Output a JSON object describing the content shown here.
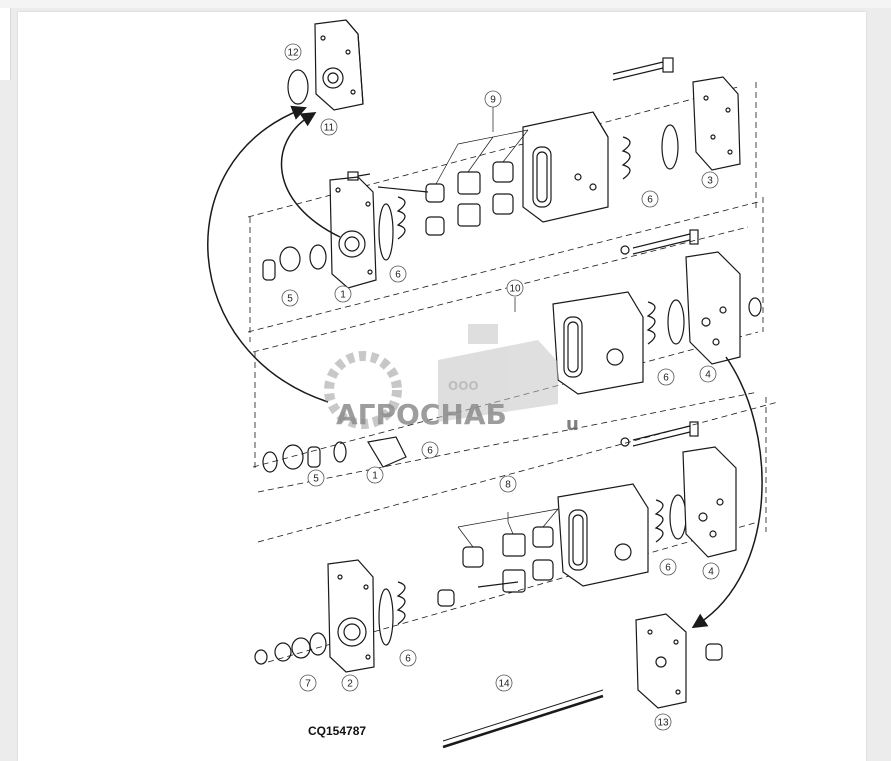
{
  "diagram": {
    "code": "CQ154787",
    "callouts": [
      "12",
      "11",
      "9",
      "3",
      "6",
      "1",
      "5",
      "6",
      "10",
      "4",
      "6",
      "1",
      "5",
      "6",
      "8",
      "4",
      "6",
      "7",
      "2",
      "6",
      "14",
      "13"
    ]
  },
  "watermark": {
    "small": "ООО",
    "brand": "АГРОСНАБ",
    "suffix": "u"
  },
  "colors": {
    "ink": "#1a1a1a",
    "watermark": "#9a9a9a",
    "page": "#ffffff"
  }
}
